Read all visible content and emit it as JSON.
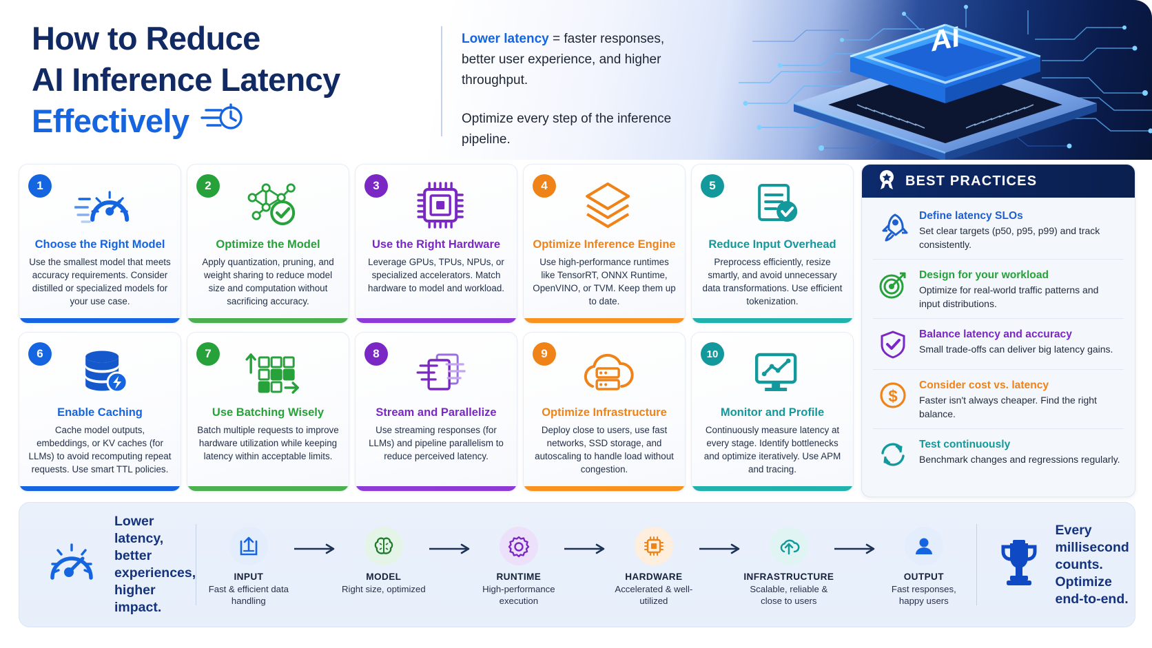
{
  "header": {
    "title_line1": "How to Reduce",
    "title_line2": "AI Inference Latency",
    "title_line3": "Effectively",
    "intro_highlight": "Lower latency",
    "intro_rest": " = faster responses, better user experience, and higher throughput.",
    "intro_second": "Optimize every step of the inference pipeline.",
    "chip_label": "AI"
  },
  "cards": [
    {
      "number": "1",
      "title": "Choose the Right Model",
      "desc": "Use the smallest model that meets accuracy requirements. Consider distilled or specialized models for your use case.",
      "color": "#1565e0",
      "icon": "speedometer-icon"
    },
    {
      "number": "2",
      "title": "Optimize the Model",
      "desc": "Apply quantization, pruning, and weight sharing to reduce model size and computation without sacrificing accuracy.",
      "color": "#27a13a",
      "icon": "network-check-icon"
    },
    {
      "number": "3",
      "title": "Use the Right Hardware",
      "desc": "Leverage GPUs, TPUs, NPUs, or specialized accelerators. Match hardware to model and workload.",
      "color": "#7a27c4",
      "icon": "cpu-chip-icon"
    },
    {
      "number": "4",
      "title": "Optimize Inference Engine",
      "desc": "Use high-performance runtimes like TensorRT, ONNX Runtime, OpenVINO, or TVM. Keep them up to date.",
      "color": "#ef8317",
      "icon": "layers-stack-icon"
    },
    {
      "number": "5",
      "title": "Reduce Input Overhead",
      "desc": "Preprocess efficiently, resize smartly, and avoid unnecessary data transformations. Use efficient tokenization.",
      "color": "#13999b",
      "icon": "document-check-icon"
    },
    {
      "number": "6",
      "title": "Enable Caching",
      "desc": "Cache model outputs, embeddings, or KV caches (for LLMs) to avoid recomputing repeat requests. Use smart TTL policies.",
      "color": "#1565e0",
      "icon": "database-bolt-icon"
    },
    {
      "number": "7",
      "title": "Use Batching Wisely",
      "desc": "Batch multiple requests to improve hardware utilization while keeping latency within acceptable limits.",
      "color": "#27a13a",
      "icon": "batch-grid-icon"
    },
    {
      "number": "8",
      "title": "Stream and Parallelize",
      "desc": "Use streaming responses (for LLMs) and pipeline parallelism to reduce perceived latency.",
      "color": "#7a27c4",
      "icon": "stream-pages-icon"
    },
    {
      "number": "9",
      "title": "Optimize Infrastructure",
      "desc": "Deploy close to users, use fast networks, SSD storage, and autoscaling to handle load without congestion.",
      "color": "#ef8317",
      "icon": "cloud-server-icon"
    },
    {
      "number": "10",
      "title": "Monitor and Profile",
      "desc": "Continuously measure latency at every stage. Identify bottlenecks and optimize iteratively. Use APM and tracing.",
      "color": "#13999b",
      "icon": "monitor-chart-icon"
    }
  ],
  "best_practices": {
    "heading": "BEST PRACTICES",
    "badge_icon": "award-badge-icon",
    "items": [
      {
        "title": "Define latency SLOs",
        "desc": "Set clear targets (p50, p95, p99) and track consistently.",
        "color": "#1f5fd0",
        "icon": "rocket-icon"
      },
      {
        "title": "Design for your workload",
        "desc": "Optimize for real-world traffic patterns and input distributions.",
        "color": "#27a13a",
        "icon": "target-dart-icon"
      },
      {
        "title": "Balance latency and accuracy",
        "desc": "Small trade-offs can deliver big latency gains.",
        "color": "#7a27c4",
        "icon": "shield-check-icon"
      },
      {
        "title": "Consider cost vs. latency",
        "desc": "Faster isn't always cheaper. Find the right balance.",
        "color": "#ef8317",
        "icon": "dollar-circle-icon"
      },
      {
        "title": "Test continuously",
        "desc": "Benchmark changes and regressions regularly.",
        "color": "#13999b",
        "icon": "refresh-cycle-icon"
      }
    ]
  },
  "footer": {
    "left_icon": "gauge-icon",
    "left_text": "Lower latency, better experiences, higher impact.",
    "right_icon": "trophy-icon",
    "right_text": "Every millisecond counts. Optimize end-to-end.",
    "stages": [
      {
        "name": "INPUT",
        "desc": "Fast & efficient data handling",
        "color": "#1565e0",
        "bg": "#e3edfc",
        "icon": "upload-doc-icon"
      },
      {
        "name": "MODEL",
        "desc": "Right size, optimized",
        "color": "#27a13a",
        "bg": "#e4f4e6",
        "icon": "brain-icon"
      },
      {
        "name": "RUNTIME",
        "desc": "High-performance execution",
        "color": "#7a27c4",
        "bg": "#ece0fa",
        "icon": "gear-icon"
      },
      {
        "name": "HARDWARE",
        "desc": "Accelerated & well-utilized",
        "color": "#ef8317",
        "bg": "#fdeedd",
        "icon": "chip-icon"
      },
      {
        "name": "INFRASTRUCTURE",
        "desc": "Scalable, reliable & close to users",
        "color": "#13999b",
        "bg": "#e0f4f3",
        "icon": "cloud-upload-icon"
      },
      {
        "name": "OUTPUT",
        "desc": "Fast responses, happy users",
        "color": "#1565e0",
        "bg": "#e3edfc",
        "icon": "user-icon"
      }
    ]
  }
}
